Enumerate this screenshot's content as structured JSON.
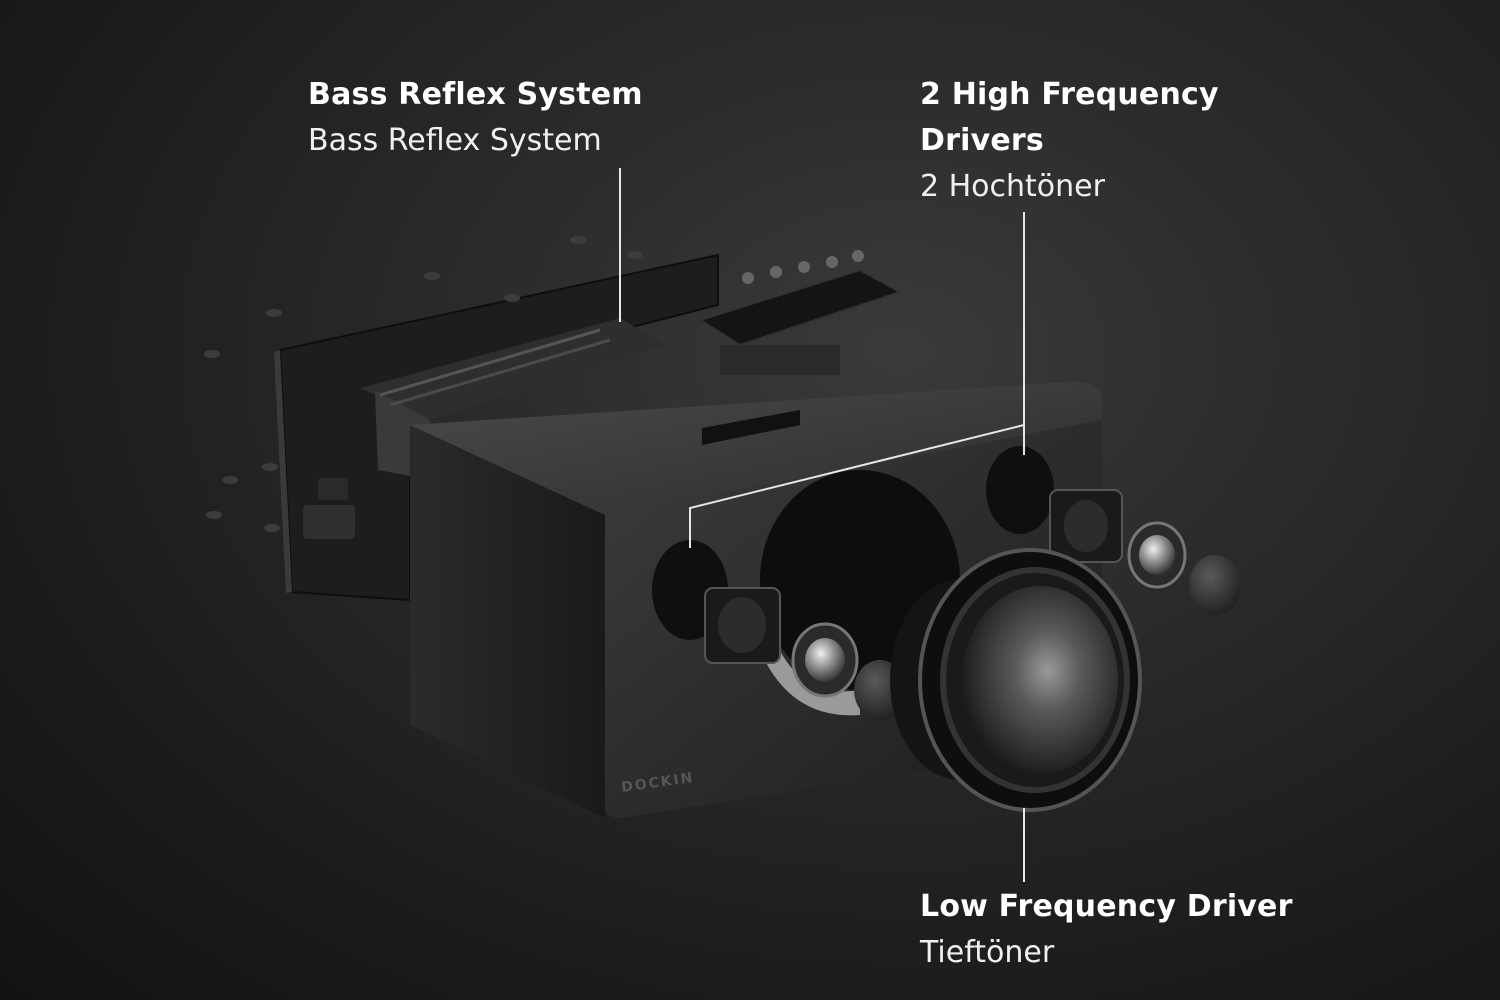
{
  "callouts": {
    "bass_reflex": {
      "title": "Bass Reflex System",
      "subtitle": "Bass Reflex System"
    },
    "high_frequency": {
      "title": "2 High Frequency Drivers",
      "subtitle": "2 Hochtöner"
    },
    "low_frequency": {
      "title": "Low Frequency Driver",
      "subtitle": "Tieftöner"
    }
  },
  "product": {
    "logo_text": "DOCKIN"
  },
  "colors": {
    "background": "#1e1e1f",
    "text": "#ffffff",
    "leader_line": "#e6e6e6"
  }
}
